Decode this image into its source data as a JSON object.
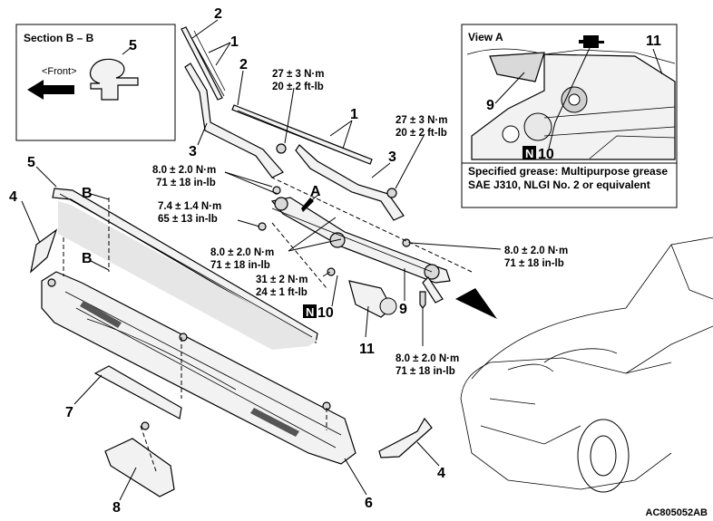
{
  "section_box": {
    "title": "Section B – B",
    "front_label": "<Front>",
    "part_label": "5"
  },
  "view_box": {
    "title": "View A",
    "labels": [
      "11",
      "9",
      "10"
    ],
    "n_symbol": "N",
    "grease_note": "Specified grease: Multipurpose grease SAE J310, NLGI No. 2 or equivalent"
  },
  "torques": {
    "t1_nm": "27 ± 3 N·m",
    "t1_ft": "20 ± 2 ft-lb",
    "t2_nm": "27 ± 3 N·m",
    "t2_ft": "20 ± 2 ft-lb",
    "t3_nm": "8.0 ± 2.0 N·m",
    "t3_in": "71 ± 18 in-lb",
    "t4_nm": "7.4 ± 1.4 N·m",
    "t4_in": "65 ± 13 in-lb",
    "t5_nm": "8.0 ± 2.0 N·m",
    "t5_in": "71 ± 18 in-lb",
    "t6_nm": "8.0 ± 2.0 N·m",
    "t6_in": "71 ± 18 in-lb",
    "t7_nm": "31 ± 2 N·m",
    "t7_ft": "24 ± 1 ft-lb",
    "t8_nm": "8.0 ± 2.0 N·m",
    "t8_in": "71 ± 18 in-lb"
  },
  "callouts": {
    "p2a": "2",
    "p1a": "1",
    "p2b": "2",
    "p1b": "1",
    "p3a": "3",
    "p3b": "3",
    "p5": "5",
    "p4a": "4",
    "pBa": "B",
    "pBb": "B",
    "pA": "A",
    "p10": "10",
    "p11": "11",
    "p9": "9",
    "p7": "7",
    "p8": "8",
    "p6": "6",
    "p4b": "4",
    "n_symbol": "N"
  },
  "figure_code": "AC805052AB"
}
